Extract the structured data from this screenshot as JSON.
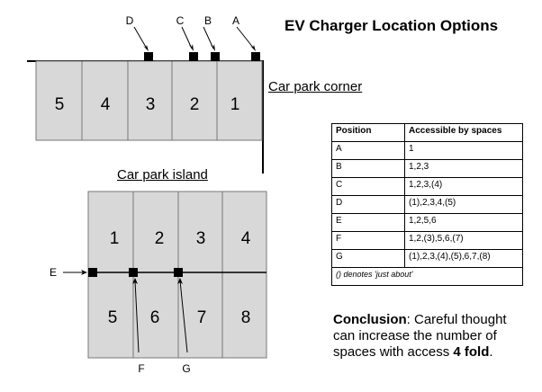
{
  "title": "EV Charger Location Options",
  "corner": {
    "label": "Car park corner",
    "spaces": [
      "5",
      "4",
      "3",
      "2",
      "1"
    ],
    "chargers": [
      "D",
      "C",
      "B",
      "A"
    ]
  },
  "island": {
    "label": "Car park island",
    "top_spaces": [
      "1",
      "2",
      "3",
      "4"
    ],
    "bottom_spaces": [
      "5",
      "6",
      "7",
      "8"
    ],
    "chargers": [
      "E",
      "F",
      "G"
    ]
  },
  "table": {
    "headers": [
      "Position",
      "Accessible by spaces"
    ],
    "rows": [
      {
        "position": "A",
        "spaces": "1"
      },
      {
        "position": "B",
        "spaces": "1,2,3"
      },
      {
        "position": "C",
        "spaces": "1,2,3,(4)"
      },
      {
        "position": "D",
        "spaces": "(1),2,3,4,(5)"
      },
      {
        "position": "E",
        "spaces": "1,2,5,6"
      },
      {
        "position": "F",
        "spaces": "1,2,(3),5,6,(7)"
      },
      {
        "position": "G",
        "spaces": "(1),2,3,(4),(5),6,7,(8)"
      }
    ],
    "note": "() denotes 'just about'"
  },
  "conclusion": {
    "lead": "Conclusion",
    "text": ": Careful thought can increase the number of spaces with access ",
    "emphasis": "4 fold",
    "end": "."
  },
  "colors": {
    "space_fill": "#d8d8d8",
    "line": "#000000",
    "charger": "#000000"
  }
}
